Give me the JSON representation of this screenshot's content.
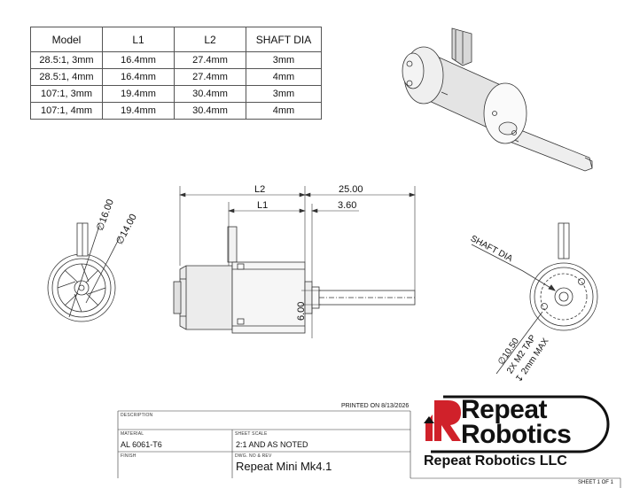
{
  "spec_table": {
    "headers": [
      "Model",
      "L1",
      "L2",
      "SHAFT DIA"
    ],
    "rows": [
      [
        "28.5:1, 3mm",
        "16.4mm",
        "27.4mm",
        "3mm"
      ],
      [
        "28.5:1, 4mm",
        "16.4mm",
        "27.4mm",
        "4mm"
      ],
      [
        "107:1, 3mm",
        "19.4mm",
        "30.4mm",
        "3mm"
      ],
      [
        "107:1, 4mm",
        "19.4mm",
        "30.4mm",
        "4mm"
      ]
    ]
  },
  "dimensions": {
    "l2": "L2",
    "l1": "L1",
    "shaft_length": "25.00",
    "shaft_offset": "3.60",
    "shaft_flat": "6.00",
    "outer_diameter": "∅16.00",
    "inner_diameter": "∅14.00",
    "shaft_dia_callout": "SHAFT DIA",
    "bolt_circle": "∅10.50",
    "tap_note": "2X M2 TAP",
    "depth_note": "↧ 2mm MAX"
  },
  "title_block": {
    "printed_on": "PRINTED ON 8/13/2026",
    "description_label": "DESCRIPTION",
    "material_label": "MATERIAL",
    "material_value": "AL 6061-T6",
    "scale_label": "SHEET SCALE",
    "scale_value": "2:1 AND AS NOTED",
    "finish_label": "FINISH",
    "dwg_label": "DWG. NO & REV",
    "dwg_value": "Repeat Mini Mk4.1",
    "company": "Repeat Robotics LLC",
    "sheet": "SHEET 1 OF 1"
  },
  "logo": {
    "line1": "Repeat",
    "line2": "Robotics",
    "accent_color": "#d0212a"
  },
  "colors": {
    "line": "#333333",
    "body_fill": "#e8e8e8"
  }
}
